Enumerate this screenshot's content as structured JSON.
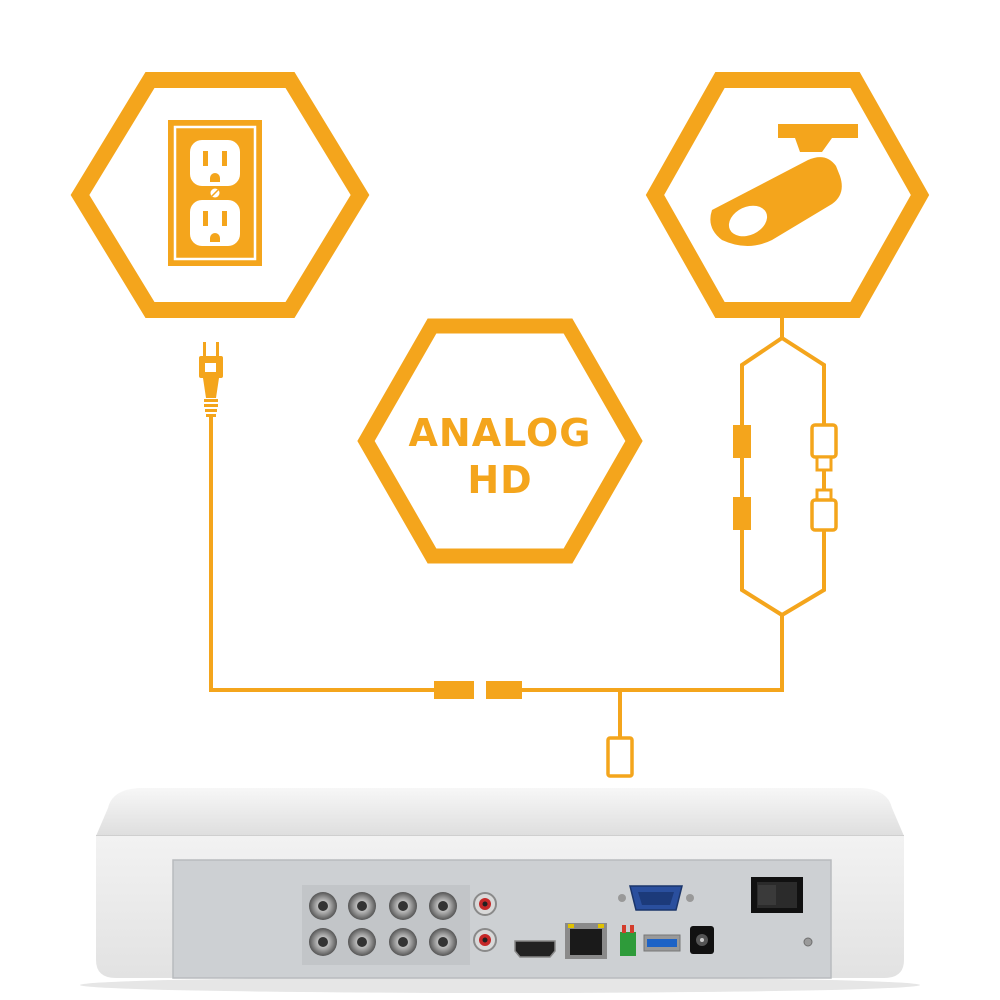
{
  "badge": {
    "line1": "ANALOG",
    "line2": "HD"
  },
  "colors": {
    "accent": "#f4a51c",
    "device_body": "#eaeaea",
    "device_back_panel": "#cfd2d5",
    "background": "#ffffff"
  },
  "icons": {
    "left_hex": "power-outlet-icon",
    "right_hex": "security-camera-icon",
    "plug": "power-plug-icon",
    "recorder": "dvr-recorder"
  }
}
